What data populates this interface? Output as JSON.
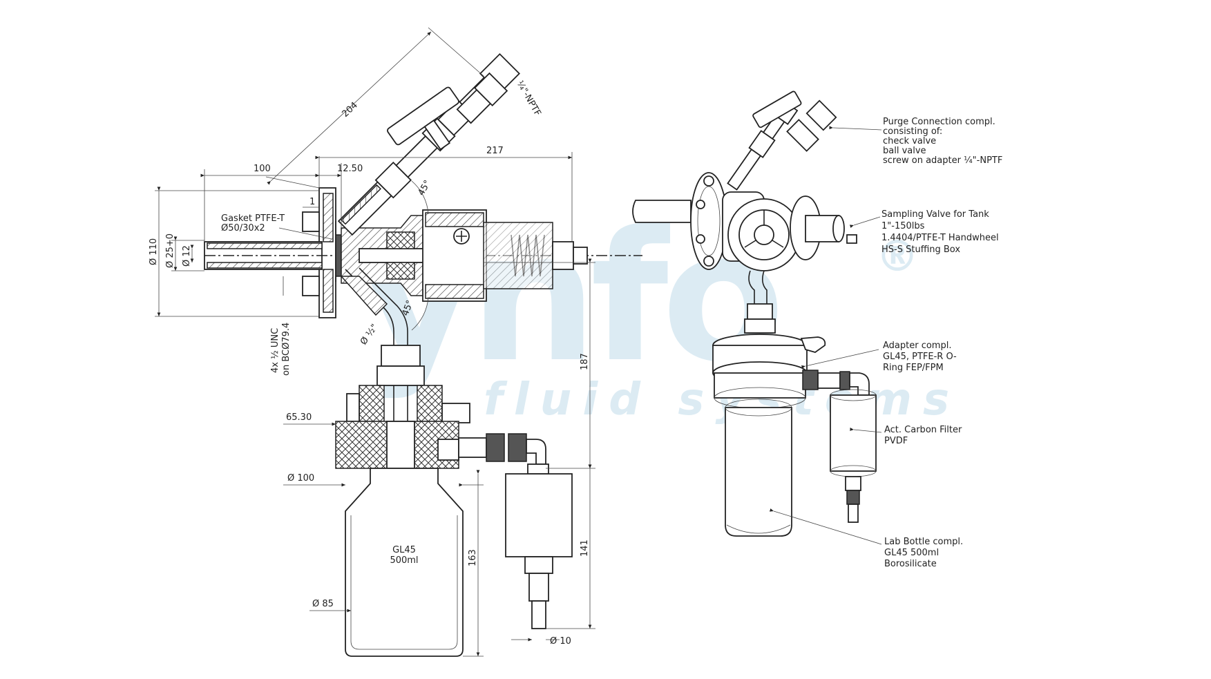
{
  "watermark": {
    "brand": "ynfo",
    "tagline": "fluid systems",
    "registered": "®"
  },
  "dimensions": {
    "d204": "204",
    "d100": "100",
    "d12_50": "12.50",
    "d217": "217",
    "d1": "1",
    "angle_45_top": "45°",
    "angle_45_bot": "45°",
    "npt_quarter": "¼\"-NPTF",
    "pipe_half": "Ø ½\"",
    "d110": "Ø 110",
    "d25": "Ø 25+0",
    "d12": "Ø 12",
    "unc_line1": "4x ½ UNC",
    "unc_line2": "on BCØ79.4",
    "d187": "187",
    "d65_30": "65.30",
    "dia100": "Ø 100",
    "d163": "163",
    "d141": "141",
    "dia85": "Ø 85",
    "dia10": "Ø 10"
  },
  "labels": {
    "gasket_line1": "Gasket PTFE-T",
    "gasket_line2": "Ø50/30x2",
    "bottle_line1": "GL45",
    "bottle_line2": "500ml"
  },
  "callouts": [
    {
      "lines": [
        "Purge Connection compl.",
        "consisting of:",
        "check valve",
        "ball valve",
        "screw on adapter ¼\"-NPTF"
      ]
    },
    {
      "lines": [
        "Sampling Valve for Tank",
        "1\"-150lbs",
        "1.4404/PTFE-T Handwheel",
        "HS-S Stuffing Box"
      ]
    },
    {
      "lines": [
        "Adapter compl.",
        "GL45, PTFE-R O-",
        "Ring FEP/FPM"
      ]
    },
    {
      "lines": [
        "Act. Carbon Filter",
        "PVDF"
      ]
    },
    {
      "lines": [
        "Lab Bottle compl.",
        "GL45 500ml",
        "Borosilicate"
      ]
    }
  ],
  "colors": {
    "line": "#222222",
    "watermark": "#dcebf3",
    "background": "#ffffff"
  }
}
